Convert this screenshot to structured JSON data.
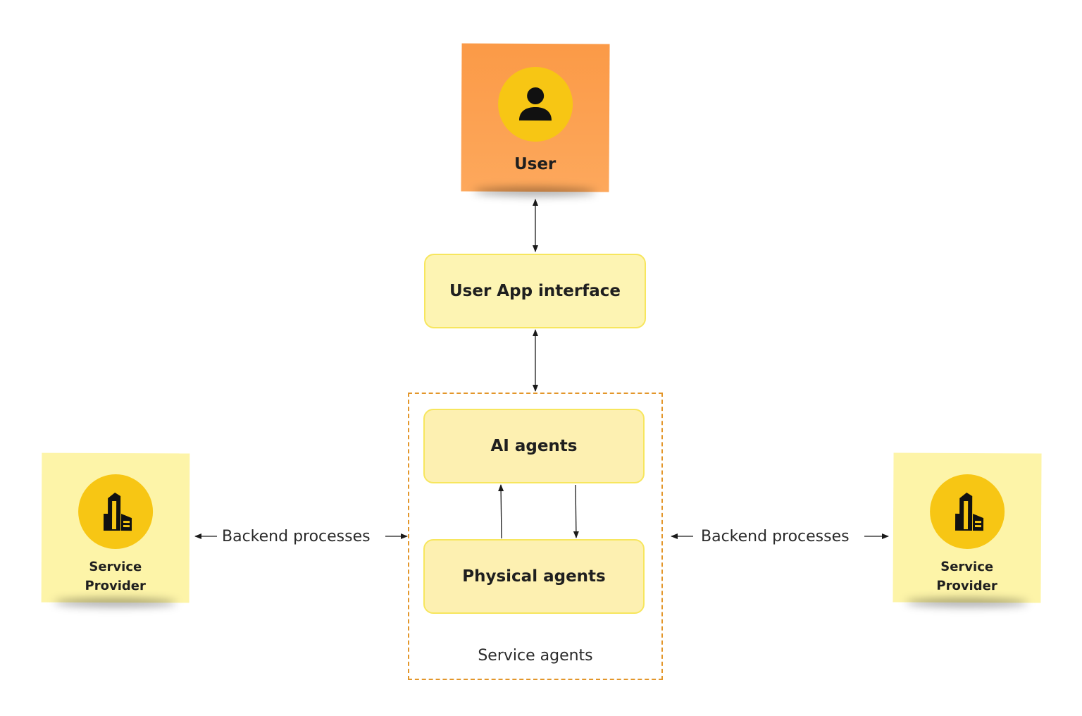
{
  "diagram": {
    "user": {
      "label": "User",
      "icon": "user-icon"
    },
    "app_interface": {
      "label": "User App interface"
    },
    "service_agents_group": {
      "label": "Service agents",
      "ai_agents": {
        "label": "AI agents"
      },
      "physical_agents": {
        "label": "Physical agents"
      }
    },
    "providers": [
      {
        "label_line1": "Service",
        "label_line2": "Provider",
        "icon": "building-icon"
      },
      {
        "label_line1": "Service",
        "label_line2": "Provider",
        "icon": "building-icon"
      }
    ],
    "edges": {
      "left_label": "Backend processes",
      "right_label": "Backend processes"
    },
    "colors": {
      "user_note": "#fb9a47",
      "provider_note": "#fdf4a8",
      "box_fill": "#fdf0b1",
      "box_border": "#f7e65e",
      "icon_circle": "#f7c614",
      "group_border": "#e3962a"
    }
  }
}
